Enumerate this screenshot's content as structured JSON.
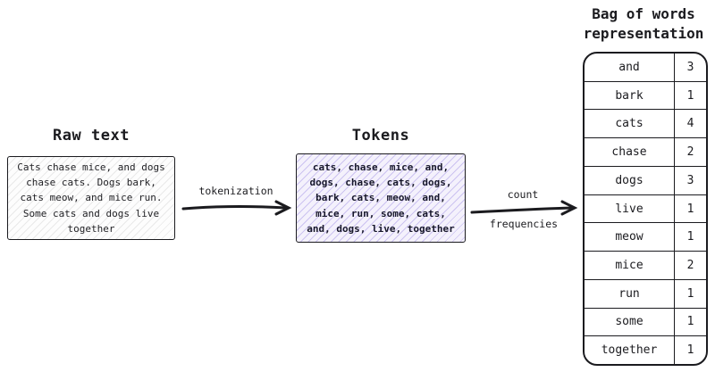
{
  "raw_text": {
    "label": "Raw text",
    "content": "Cats chase mice, and dogs chase cats. Dogs bark, cats meow, and mice run. Some cats and dogs live together"
  },
  "tokenization_arrow": {
    "label": "tokenization"
  },
  "tokens": {
    "label": "Tokens",
    "content": "cats, chase, mice, and, dogs, chase, cats, dogs, bark, cats, meow, and, mice, run, some, cats, and, dogs, live, together"
  },
  "count_arrow": {
    "label_top": "count",
    "label_bottom": "frequencies"
  },
  "bag_of_words": {
    "title_line1": "Bag of words",
    "title_line2": "representation",
    "rows": [
      {
        "word": "and",
        "count": "3"
      },
      {
        "word": "bark",
        "count": "1"
      },
      {
        "word": "cats",
        "count": "4"
      },
      {
        "word": "chase",
        "count": "2"
      },
      {
        "word": "dogs",
        "count": "3"
      },
      {
        "word": "live",
        "count": "1"
      },
      {
        "word": "meow",
        "count": "1"
      },
      {
        "word": "mice",
        "count": "2"
      },
      {
        "word": "run",
        "count": "1"
      },
      {
        "word": "some",
        "count": "1"
      },
      {
        "word": "together",
        "count": "1"
      }
    ]
  },
  "colors": {
    "ink": "#1b1b1f",
    "token_accent": "#6e58d6",
    "token_fill": "#f4f1fc"
  }
}
